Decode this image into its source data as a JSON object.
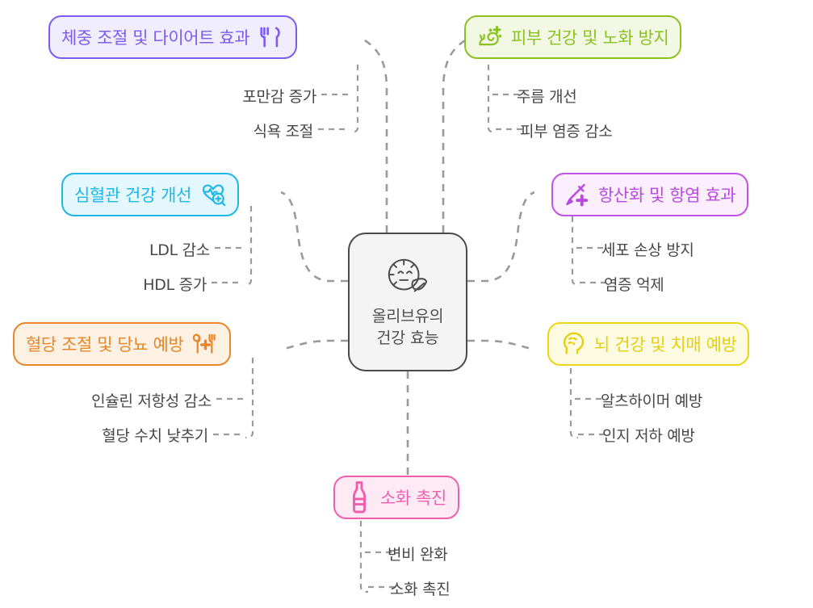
{
  "diagram": {
    "type": "mindmap",
    "center": {
      "label": "올리브유의\n건강 효능",
      "icon": "olive-leaf-face-icon",
      "border_color": "#4a4a4a",
      "fill_color": "#f4f4f4",
      "text_color": "#4f4f4f"
    },
    "branches": [
      {
        "id": "weight",
        "label": "체중 조절 및 다이어트 효과",
        "icon": "fork-knife-icon",
        "icon_side": "right",
        "border_color": "#7c5cf0",
        "fill_color": "#f0edfe",
        "text_color": "#7c5cf0",
        "children": [
          "포만감 증가",
          "식욕 조절"
        ]
      },
      {
        "id": "skin",
        "label": "피부 건강 및 노화 방지",
        "icon": "snail-sparkle-icon",
        "icon_side": "left",
        "border_color": "#8ac21f",
        "fill_color": "#f2f8e3",
        "text_color": "#8ac21f",
        "children": [
          "주름 개선",
          "피부 염증 감소"
        ]
      },
      {
        "id": "cardio",
        "label": "심혈관 건강 개선",
        "icon": "heart-pulse-magnifier-icon",
        "icon_side": "right",
        "border_color": "#1fb6e8",
        "fill_color": "#e4f7fd",
        "text_color": "#1fb6e8",
        "children": [
          "LDL 감소",
          "HDL 증가"
        ]
      },
      {
        "id": "antioxidant",
        "label": "항산화 및 항염 효과",
        "icon": "syringe-plus-icon",
        "icon_side": "left",
        "border_color": "#c353e8",
        "fill_color": "#fbeefd",
        "text_color": "#b84ae0",
        "children": [
          "세포 손상 방지",
          "염증 억제"
        ]
      },
      {
        "id": "bloodsugar",
        "label": "혈당 조절 및 당뇨 예방",
        "icon": "cutlery-cross-icon",
        "icon_side": "right",
        "border_color": "#e8872a",
        "fill_color": "#fdf1e4",
        "text_color": "#e8872a",
        "children": [
          "인슐린 저항성 감소",
          "혈당 수치 낮추기"
        ]
      },
      {
        "id": "brain",
        "label": "뇌 건강 및 치매 예방",
        "icon": "head-brain-icon",
        "icon_side": "left",
        "border_color": "#ead615",
        "fill_color": "#fcfae0",
        "text_color": "#e3cf14",
        "children": [
          "알츠하이머 예방",
          "인지 저하 예방"
        ]
      },
      {
        "id": "digestion",
        "label": "소화 촉진",
        "icon": "bottle-icon",
        "icon_side": "left",
        "border_color": "#ef5fae",
        "fill_color": "#fdeaf5",
        "text_color": "#ef5fae",
        "children": [
          "변비 완화",
          "소화 촉진"
        ]
      }
    ],
    "edge_color": "#9a9a9a",
    "edge_style": "dashed"
  }
}
